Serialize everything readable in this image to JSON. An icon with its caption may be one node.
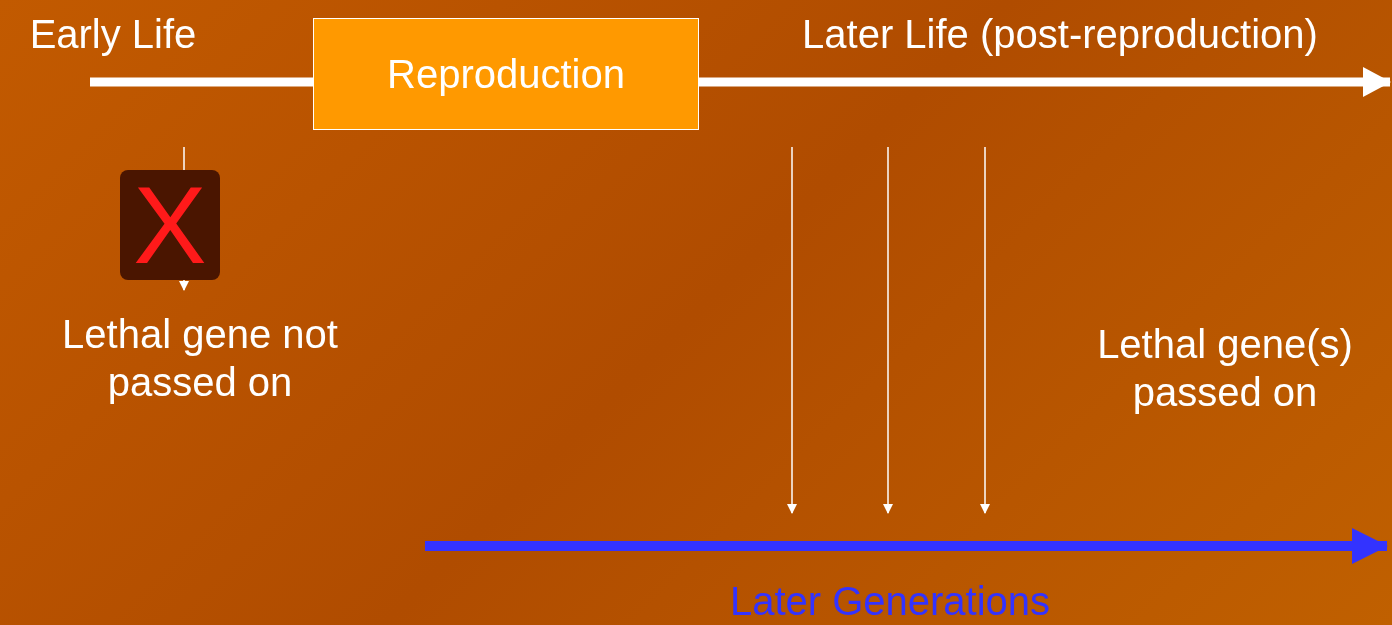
{
  "diagram": {
    "nodes": [
      {
        "text": [
          "Early Life"
        ]
      },
      {
        "text": [
          "Reproduction"
        ]
      },
      {
        "text": [
          "Later Life (post-reproduction)"
        ]
      },
      {
        "text": [
          "Lethal gene not passed on"
        ]
      },
      {
        "text": [
          "Lethal gene(s) passed on"
        ]
      },
      {
        "text": [
          "Later Generations"
        ]
      },
      {
        "text": [],
        "shape": "arrow"
      }
    ],
    "edges": [
      {
        "from": 0,
        "to": 1,
        "arrow": "none",
        "style": "thick"
      },
      {
        "from": 1,
        "to": null,
        "arrow": "to",
        "style": "thick"
      },
      {
        "from": null,
        "to": 3,
        "arrow": "to"
      },
      {
        "from": null,
        "to": 6,
        "arrow": "to"
      },
      {
        "from": null,
        "to": 6,
        "arrow": "to"
      },
      {
        "from": null,
        "to": 6,
        "arrow": "to"
      }
    ],
    "labels": [
      "X"
    ]
  }
}
